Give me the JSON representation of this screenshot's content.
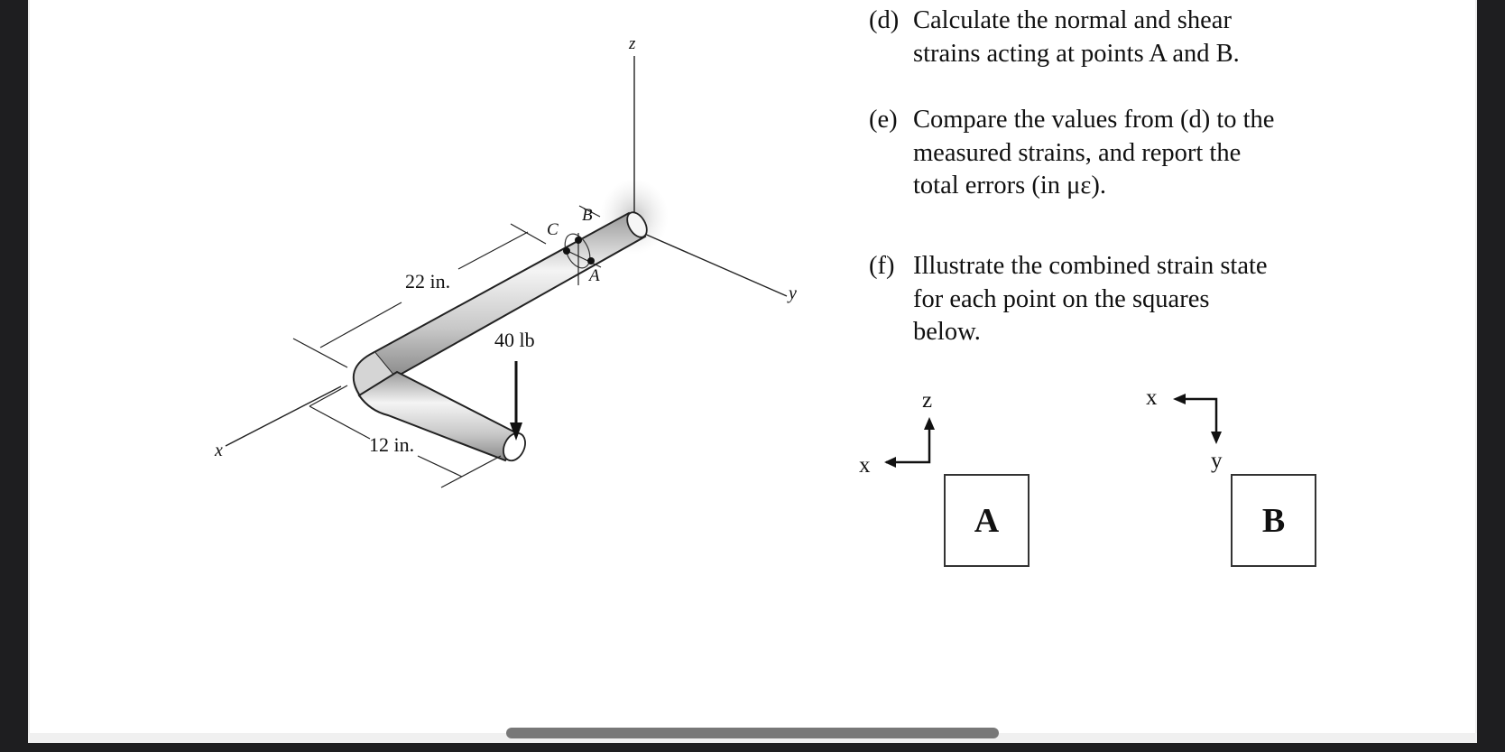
{
  "figure": {
    "axes": {
      "x": "x",
      "y": "y",
      "z": "z"
    },
    "dimensions": {
      "first_segment": "22 in.",
      "second_segment": "12 in."
    },
    "load": "40 lb",
    "points": {
      "A": "A",
      "B": "B",
      "C": "C"
    }
  },
  "questions": [
    {
      "label": "(d)",
      "text": "Calculate the normal and shear\nstrains acting at points A and B."
    },
    {
      "label": "(e)",
      "text": "Compare the values from (d) to the\nmeasured strains, and report the\ntotal errors (in με)."
    },
    {
      "label": "(f)",
      "text": "Illustrate the combined strain state\nfor each point on the squares\nbelow."
    }
  ],
  "strain_squares": [
    {
      "label": "A",
      "axis_horizontal": "x",
      "axis_vertical": "z"
    },
    {
      "label": "B",
      "axis_horizontal": "x",
      "axis_vertical": "y"
    }
  ]
}
